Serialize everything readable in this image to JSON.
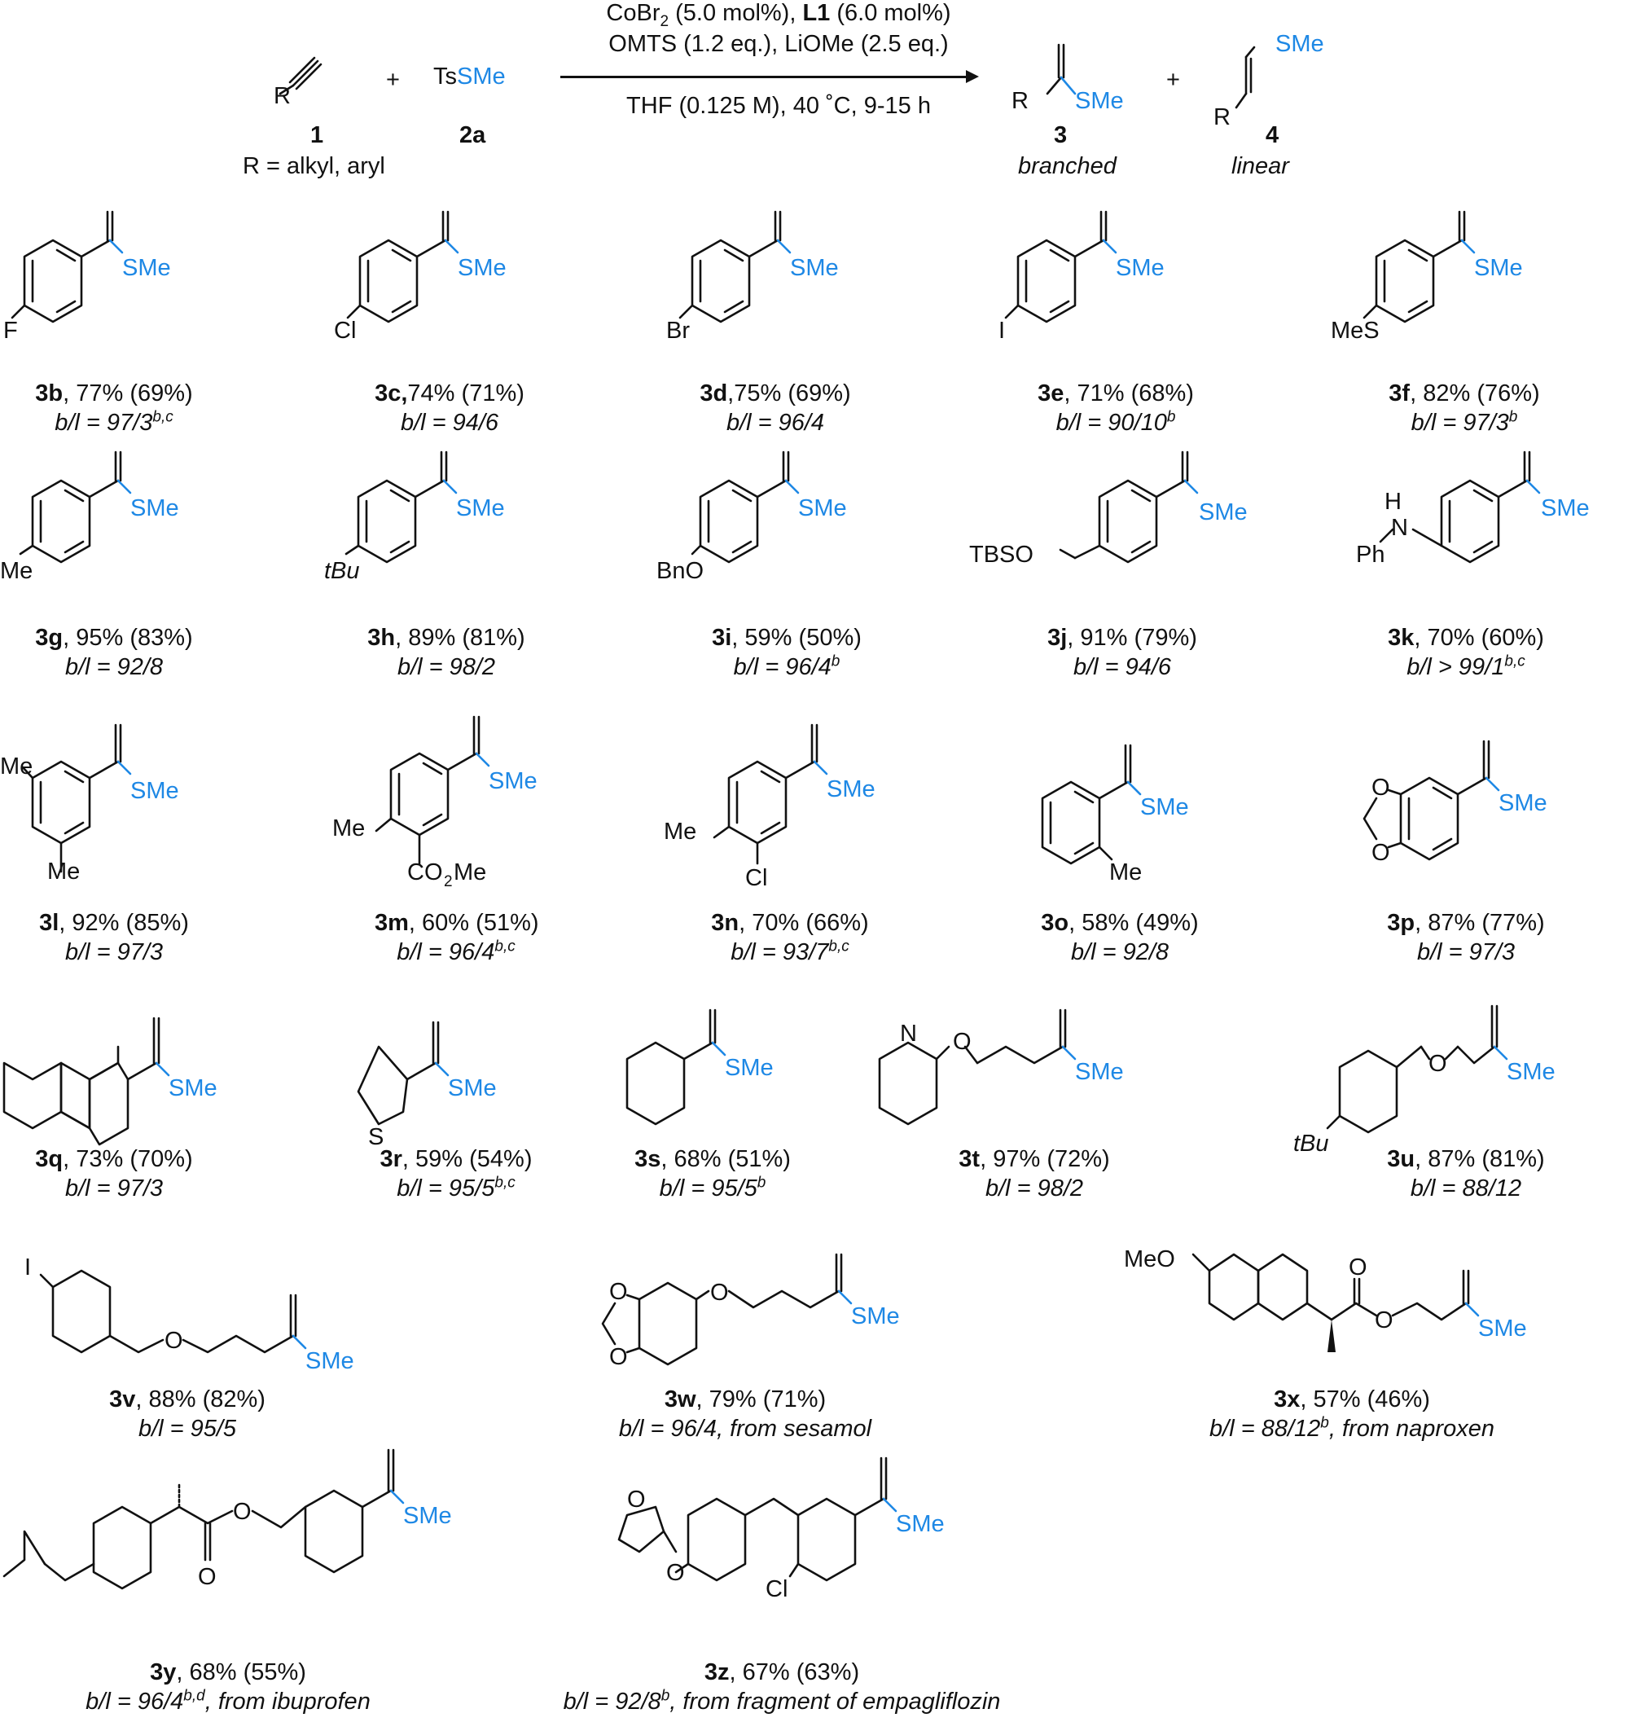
{
  "scheme": {
    "conditions": {
      "line1_a": "CoBr",
      "line1_sub": "2",
      "line1_b": " (5.0 mol%), ",
      "line1_bold": "L1",
      "line1_c": " (6.0 mol%)",
      "line2": "OMTS (1.2 eq.), LiOMe (2.5 eq.)",
      "line3": "THF (0.125 M), 40 ˚C, 9-15 h"
    },
    "reactant1": {
      "label": "1",
      "R": "R",
      "note": "R = alkyl, aryl"
    },
    "plus": "+",
    "reactant2": {
      "label": "2a",
      "prefix": "Ts",
      "group": "SMe"
    },
    "product3": {
      "label": "3",
      "R": "R",
      "group": "SMe",
      "desc": "branched"
    },
    "product4": {
      "label": "4",
      "R": "R",
      "group": "SMe",
      "desc": "linear"
    },
    "colors": {
      "smeblue": "#1E88E5",
      "ink": "#111111"
    }
  },
  "compounds": [
    {
      "id": "3b",
      "yield": "77%",
      "isolated": "(69%)",
      "sep": ", ",
      "bl": "b/l = 97/3",
      "sup": "b,c",
      "note": "",
      "sub": "F"
    },
    {
      "id": "3c",
      "yield": "74%",
      "isolated": "(71%)",
      "sep": ",",
      "bl": "b/l = 94/6",
      "sup": "",
      "note": "",
      "sub": "Cl"
    },
    {
      "id": "3d",
      "yield": "75%",
      "isolated": "(69%)",
      "sep": ",",
      "bl": "b/l = 96/4",
      "sup": "",
      "note": "",
      "sub": "Br"
    },
    {
      "id": "3e",
      "yield": "71%",
      "isolated": "(68%)",
      "sep": ", ",
      "bl": "b/l = 90/10",
      "sup": "b",
      "note": "",
      "sub": "I"
    },
    {
      "id": "3f",
      "yield": "82%",
      "isolated": "(76%)",
      "sep": ", ",
      "bl": "b/l = 97/3",
      "sup": "b",
      "note": "",
      "sub": "MeS"
    },
    {
      "id": "3g",
      "yield": "95%",
      "isolated": "(83%)",
      "sep": ", ",
      "bl": "b/l = 92/8",
      "sup": "",
      "note": "",
      "sub": "Me"
    },
    {
      "id": "3h",
      "yield": "89%",
      "isolated": "(81%)",
      "sep": ", ",
      "bl": "b/l = 98/2",
      "sup": "",
      "note": "",
      "sub": "tBu"
    },
    {
      "id": "3i",
      "yield": "59%",
      "isolated": "(50%)",
      "sep": ", ",
      "bl": "b/l = 96/4",
      "sup": "b",
      "note": "",
      "sub": "BnO"
    },
    {
      "id": "3j",
      "yield": "91%",
      "isolated": "(79%)",
      "sep": ", ",
      "bl": "b/l = 94/6",
      "sup": "",
      "note": "",
      "sub": "TBSO"
    },
    {
      "id": "3k",
      "yield": "70%",
      "isolated": "(60%)",
      "sep": ", ",
      "bl": "b/l > 99/1",
      "sup": "b,c",
      "note": "",
      "sub": "Ph",
      "sub2": "H",
      "sub3": "N"
    },
    {
      "id": "3l",
      "yield": "92%",
      "isolated": "(85%)",
      "sep": ", ",
      "bl": "b/l = 97/3",
      "sup": "",
      "note": "",
      "sub": "Me",
      "sub2": "Me"
    },
    {
      "id": "3m",
      "yield": "60%",
      "isolated": "(51%)",
      "sep": ", ",
      "bl": "b/l = 96/4",
      "sup": "b,c",
      "note": "",
      "sub": "Me",
      "sub2": "CO",
      "sub2_sub": "2",
      "sub2_tail": "Me"
    },
    {
      "id": "3n",
      "yield": "70%",
      "isolated": "(66%)",
      "sep": ", ",
      "bl": "b/l = 93/7",
      "sup": "b,c",
      "note": "",
      "sub": "Me",
      "sub2": "Cl"
    },
    {
      "id": "3o",
      "yield": "58%",
      "isolated": "(49%)",
      "sep": ", ",
      "bl": "b/l = 92/8",
      "sup": "",
      "note": "",
      "sub": "Me"
    },
    {
      "id": "3p",
      "yield": "87%",
      "isolated": "(77%)",
      "sep": ", ",
      "bl": "b/l = 97/3",
      "sup": "",
      "note": "",
      "sub": "O",
      "sub2": "O"
    },
    {
      "id": "3q",
      "yield": "73%",
      "isolated": "(70%)",
      "sep": ", ",
      "bl": "b/l = 97/3",
      "sup": "",
      "note": ""
    },
    {
      "id": "3r",
      "yield": "59%",
      "isolated": "(54%)",
      "sep": ", ",
      "bl": "b/l = 95/5",
      "sup": "b,c",
      "note": "",
      "sub": "S"
    },
    {
      "id": "3s",
      "yield": "68%",
      "isolated": "(51%)",
      "sep": ", ",
      "bl": "b/l = 95/5",
      "sup": "b",
      "note": ""
    },
    {
      "id": "3t",
      "yield": "97%",
      "isolated": "(72%)",
      "sep": ", ",
      "bl": "b/l = 98/2",
      "sup": "",
      "note": "",
      "sub": "N",
      "sub2": "O"
    },
    {
      "id": "3u",
      "yield": "87%",
      "isolated": "(81%)",
      "sep": ", ",
      "bl": "b/l = 88/12",
      "sup": "",
      "note": "",
      "sub": "tBu",
      "sub2": "O"
    },
    {
      "id": "3v",
      "yield": "88%",
      "isolated": "(82%)",
      "sep": ", ",
      "bl": "b/l = 95/5",
      "sup": "",
      "note": "",
      "sub": "I",
      "sub2": "O"
    },
    {
      "id": "3w",
      "yield": "79%",
      "isolated": "(71%)",
      "sep": ", ",
      "bl": "b/l = 96/4",
      "sup": "",
      "note": ", from sesamol",
      "sub": "O",
      "sub2": "O",
      "sub3": "O"
    },
    {
      "id": "3x",
      "yield": "57%",
      "isolated": "(46%)",
      "sep": ", ",
      "bl": "b/l = 88/12",
      "sup": "b",
      "note": ", from naproxen",
      "sub": "MeO",
      "sub2": "O",
      "sub3": "O"
    },
    {
      "id": "3y",
      "yield": "68%",
      "isolated": "(55%)",
      "sep": ", ",
      "bl": "b/l = 96/4",
      "sup": "b,d",
      "note": ", from ibuprofen",
      "sub": "O",
      "sub2": "O"
    },
    {
      "id": "3z",
      "yield": "67%",
      "isolated": "(63%)",
      "sep": ", ",
      "bl": "b/l = 92/8",
      "sup": "b",
      "note": ", from fragment of empagliflozin",
      "sub": "O",
      "sub2": "O",
      "sub3": "Cl"
    }
  ],
  "sme": "SMe"
}
